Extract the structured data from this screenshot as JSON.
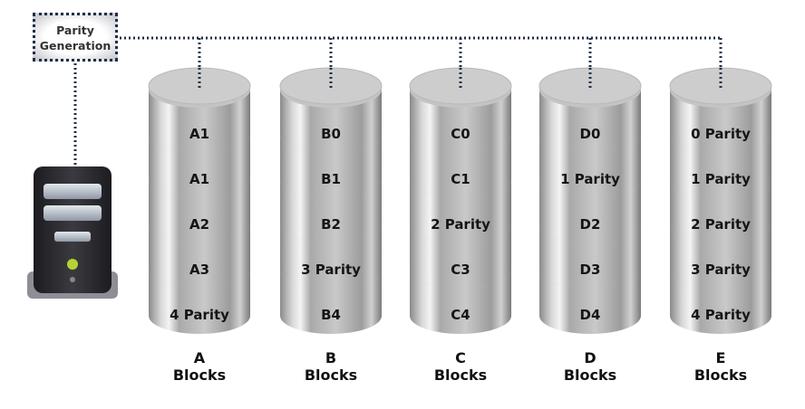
{
  "parity_box": {
    "line1": "Parity",
    "line2": "Generation"
  },
  "disks": [
    {
      "letter": "A",
      "caption": "Blocks",
      "blocks": [
        "A1",
        "A1",
        "A2",
        "A3",
        "4 Parity"
      ]
    },
    {
      "letter": "B",
      "caption": "Blocks",
      "blocks": [
        "B0",
        "B1",
        "B2",
        "3 Parity",
        "B4"
      ]
    },
    {
      "letter": "C",
      "caption": "Blocks",
      "blocks": [
        "C0",
        "C1",
        "2 Parity",
        "C3",
        "C4"
      ]
    },
    {
      "letter": "D",
      "caption": "Blocks",
      "blocks": [
        "D0",
        "1 Parity",
        "D2",
        "D3",
        "D4"
      ]
    },
    {
      "letter": "E",
      "caption": "Blocks",
      "blocks": [
        "0 Parity",
        "1 Parity",
        "2 Parity",
        "3 Parity",
        "4 Parity"
      ]
    }
  ],
  "colors": {
    "connector": "#1f2f48",
    "server_body": "#2a2a2e",
    "server_led": "#b5d334"
  }
}
